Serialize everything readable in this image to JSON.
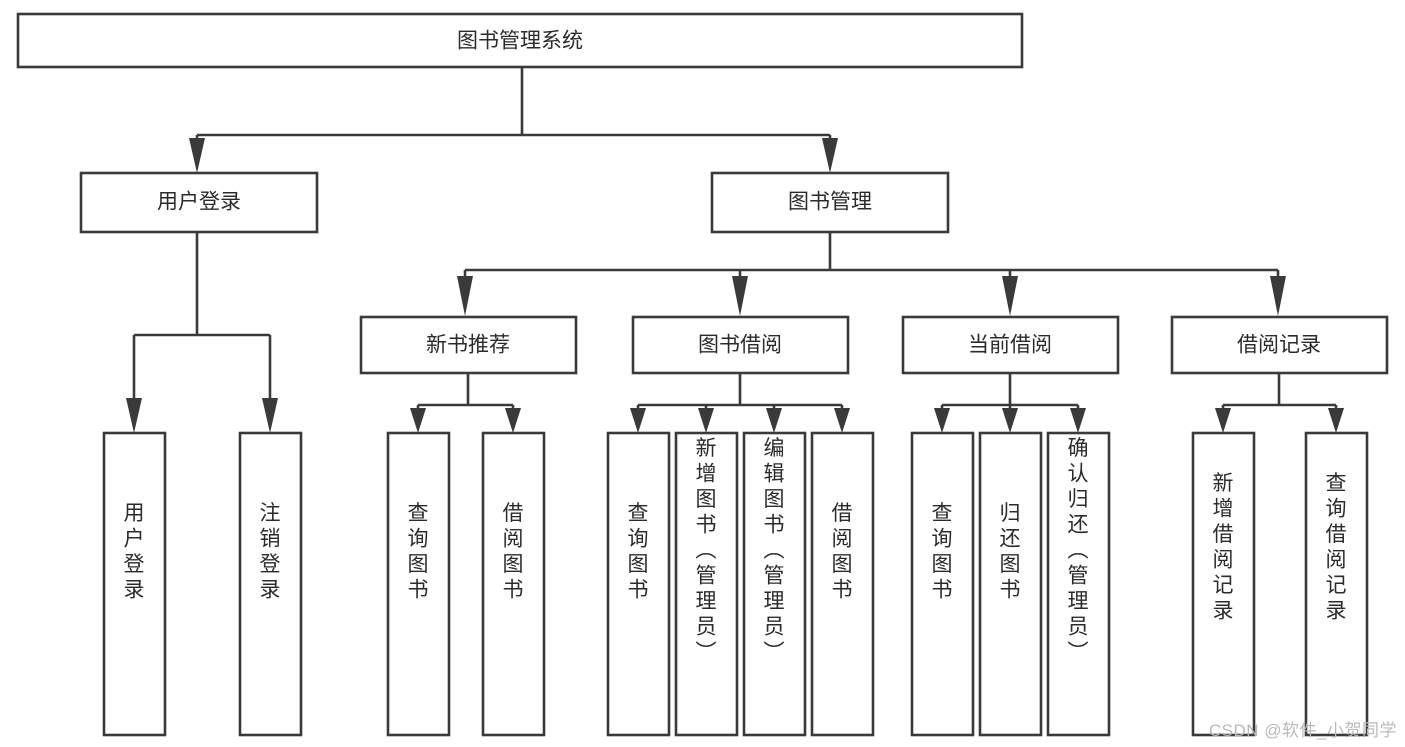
{
  "diagram": {
    "type": "tree",
    "title": "图书管理系统",
    "watermark": "CSDN @软件_小贺同学",
    "colors": {
      "background": "#ffffff",
      "box_fill": "#ffffff",
      "box_stroke": "#3a3a3a",
      "connector": "#3a3a3a",
      "text": "#2b2b2b",
      "watermark": "#b9b9b9"
    },
    "root": {
      "label": "图书管理系统",
      "orientation": "horizontal"
    },
    "level1": [
      {
        "label": "用户登录",
        "orientation": "horizontal"
      },
      {
        "label": "图书管理",
        "orientation": "horizontal"
      }
    ],
    "level2": [
      {
        "label": "新书推荐",
        "orientation": "horizontal",
        "parent": "图书管理"
      },
      {
        "label": "图书借阅",
        "orientation": "horizontal",
        "parent": "图书管理"
      },
      {
        "label": "当前借阅",
        "orientation": "horizontal",
        "parent": "图书管理"
      },
      {
        "label": "借阅记录",
        "orientation": "horizontal",
        "parent": "图书管理"
      }
    ],
    "leaves": [
      {
        "label": "用户登录",
        "orientation": "vertical",
        "parent": "用户登录"
      },
      {
        "label": "注销登录",
        "orientation": "vertical",
        "parent": "用户登录"
      },
      {
        "label": "查询图书",
        "orientation": "vertical",
        "parent": "新书推荐"
      },
      {
        "label": "借阅图书",
        "orientation": "vertical",
        "parent": "新书推荐"
      },
      {
        "label": "查询图书",
        "orientation": "vertical",
        "parent": "图书借阅"
      },
      {
        "label": "新增图书（管理员）",
        "orientation": "vertical",
        "parent": "图书借阅"
      },
      {
        "label": "编辑图书（管理员）",
        "orientation": "vertical",
        "parent": "图书借阅"
      },
      {
        "label": "借阅图书",
        "orientation": "vertical",
        "parent": "图书借阅"
      },
      {
        "label": "查询图书",
        "orientation": "vertical",
        "parent": "当前借阅"
      },
      {
        "label": "归还图书",
        "orientation": "vertical",
        "parent": "当前借阅"
      },
      {
        "label": "确认归还（管理员）",
        "orientation": "vertical",
        "parent": "当前借阅"
      },
      {
        "label": "新增借阅记录",
        "orientation": "vertical",
        "parent": "借阅记录"
      },
      {
        "label": "查询借阅记录",
        "orientation": "vertical",
        "parent": "借阅记录"
      }
    ]
  }
}
